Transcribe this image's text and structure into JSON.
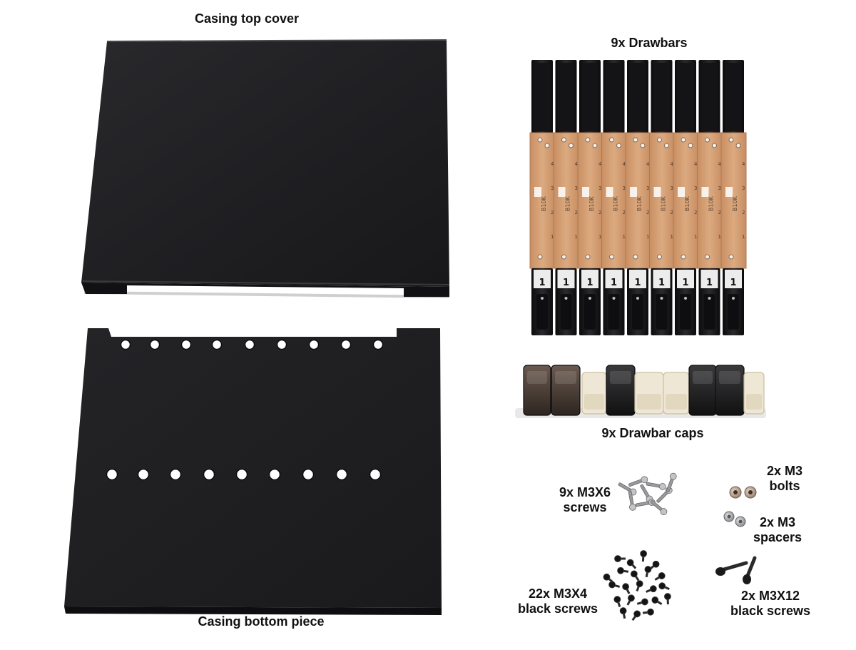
{
  "labels": {
    "top_cover": "Casing top cover",
    "bottom_piece": "Casing bottom piece",
    "drawbars": "9x Drawbars",
    "drawbar_caps": "9x Drawbar caps",
    "m3x6_line1": "9x M3X6",
    "m3x6_line2": "screws",
    "m3_bolts_line1": "2x M3",
    "m3_bolts_line2": "bolts",
    "m3_spacers_line1": "2x M3",
    "m3_spacers_line2": "spacers",
    "m3x4_line1": "22x M3X4",
    "m3x4_line2": "black screws",
    "m3x12_line1": "2x M3X12",
    "m3x12_line2": "black screws"
  },
  "drawbar_marks": {
    "board_text": "B10K",
    "tip_digit": "1",
    "pin_numbers": [
      "4",
      "3",
      "2",
      "1"
    ]
  },
  "colors": {
    "metal_black": "#1d1d1f",
    "pcb_tan": "#d7a37a",
    "cap_brown": "#4a3b33",
    "cap_cream": "#efe7d5",
    "screw_silver": "#a7a7a9"
  }
}
